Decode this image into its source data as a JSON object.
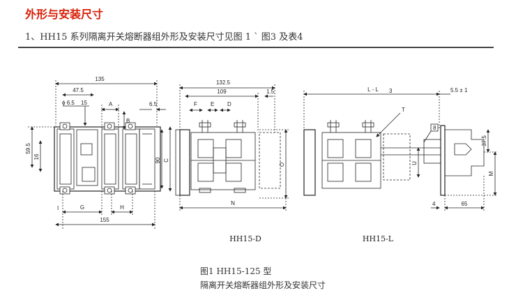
{
  "section_title": "外形与安装尺寸",
  "intro": "1、HH15 系列隔离开关熔断器组外形及安装尺寸见图 1 ` 图3 及表4",
  "figure": {
    "front_view_dims": {
      "top_width": "135",
      "d475": "47.5",
      "phi": "ϕ 6.5",
      "d15": "15",
      "A": "A",
      "B": "B",
      "d65": "6.5",
      "d595": "59.5",
      "d16": "16",
      "d90": "90",
      "C": "C",
      "I": "I",
      "G": "G",
      "H": "H",
      "bottom_width": "155"
    },
    "side_view_dims": {
      "d1325": "132.5",
      "d109": "109",
      "d15b": "1.5",
      "F": "F",
      "E": "E",
      "D": "D",
      "O": "O",
      "N": "N"
    },
    "l_view_dims": {
      "LL3": "L - L",
      "L3sub": "3",
      "d55": "5.5 ± 1",
      "T": "T",
      "U": "U",
      "d8": "8",
      "d375": "37.5",
      "M": "M",
      "d4": "4",
      "d65b": "65"
    },
    "label_d": "HH15-D",
    "label_l": "HH15-L",
    "caption_line1": "图1   HH15-125 型",
    "caption_line2": "隔离开关熔断器组外形及安装尺寸"
  }
}
